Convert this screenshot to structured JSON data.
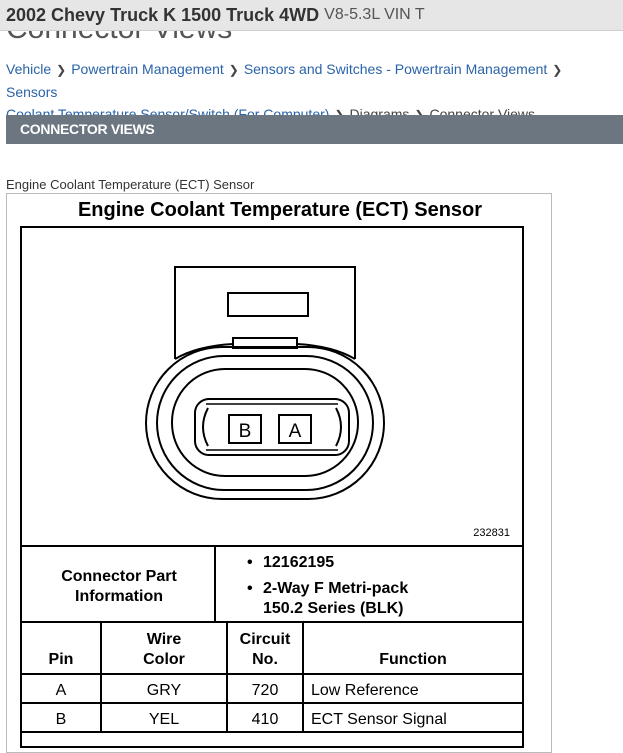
{
  "header": {
    "vehicle": "2002 Chevy Truck K 1500 Truck 4WD",
    "engine": "V8-5.3L VIN T"
  },
  "page_title": "Connector Views",
  "breadcrumb": {
    "items": [
      "Vehicle",
      "Powertrain Management",
      "Sensors and Switches - Powertrain Management",
      "Sensors",
      "Coolant Temperature Sensor/Switch (For Computer)"
    ],
    "current": [
      "Diagrams",
      "Connector Views"
    ]
  },
  "section_title": "CONNECTOR VIEWS",
  "image_caption": "Engine Coolant Temperature (ECT) Sensor",
  "diagram": {
    "title": "Engine Coolant Temperature (ECT) Sensor",
    "pin_labels": [
      "B",
      "A"
    ],
    "figure_number": "232831",
    "part_info_label_line1": "Connector Part",
    "part_info_label_line2": "Information",
    "part_info_bullet1": "12162195",
    "part_info_bullet2_line1": "2-Way F Metri-pack",
    "part_info_bullet2_line2": "150.2 Series (BLK)",
    "bullet_char": "•",
    "headers": {
      "pin": "Pin",
      "wire_color_line1": "Wire",
      "wire_color_line2": "Color",
      "circuit_line1": "Circuit",
      "circuit_line2": "No.",
      "function": "Function"
    },
    "rows": [
      {
        "pin": "A",
        "color": "GRY",
        "circuit": "720",
        "function": "Low Reference"
      },
      {
        "pin": "B",
        "color": "YEL",
        "circuit": "410",
        "function": "ECT Sensor Signal"
      }
    ]
  }
}
